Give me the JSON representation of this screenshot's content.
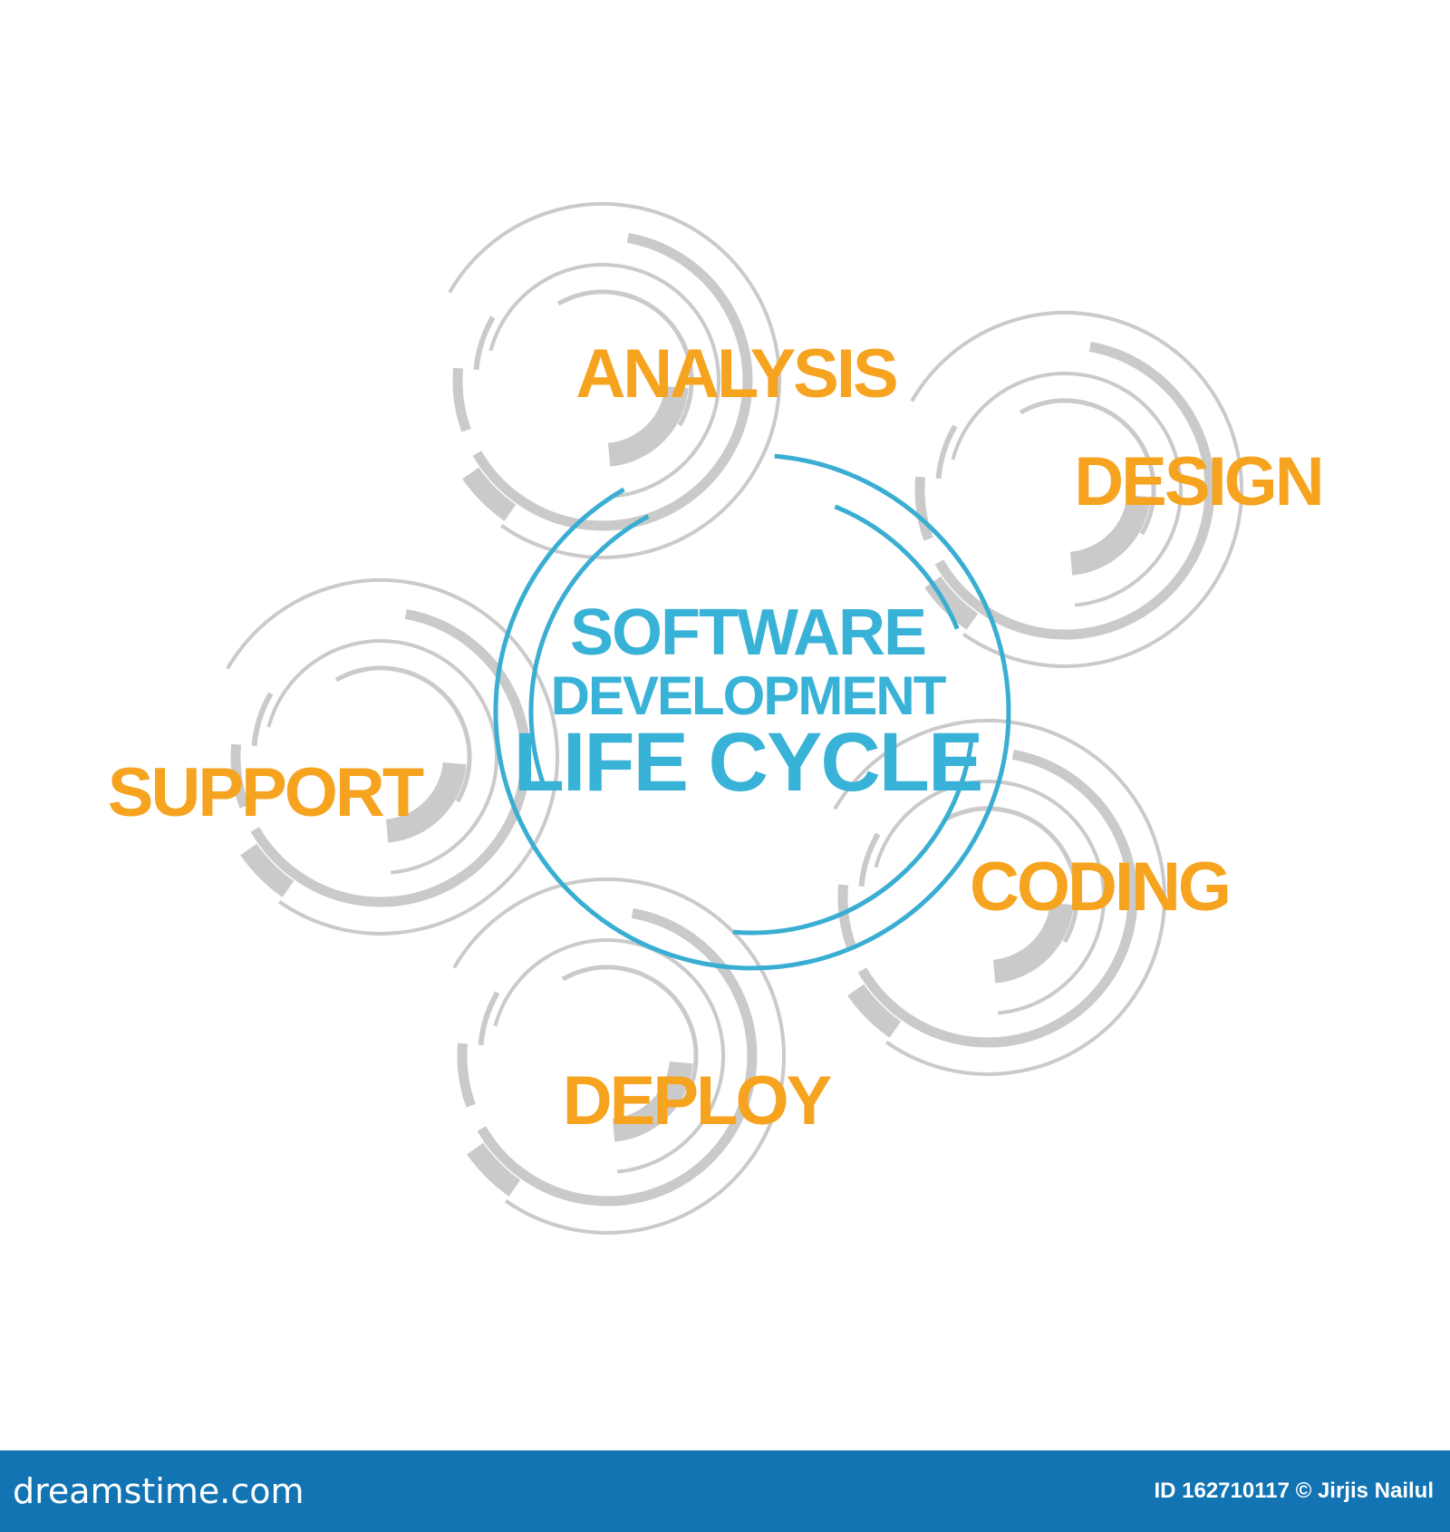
{
  "center": {
    "line1": "SOFTWARE",
    "line2": "DEVELOPMENT",
    "line3": "LIFE CYCLE"
  },
  "stages": [
    {
      "label": "ANALYSIS"
    },
    {
      "label": "DESIGN"
    },
    {
      "label": "CODING"
    },
    {
      "label": "DEPLOY"
    },
    {
      "label": "SUPPORT"
    }
  ],
  "footer": {
    "logo": "dreamstime.com",
    "credit": "ID 162710117 © Jirjis Nailul"
  },
  "colors": {
    "stage_label": "#f6a320",
    "center_title": "#38b2d6",
    "center_ring": "#3aaed2",
    "gear_ring": "#cacaca",
    "footer_bg": "#1274b3",
    "background": "#ffffff"
  },
  "icons": {
    "stage_decoration": "concentric-arc-rings",
    "center_decoration": "broken-circle-ring"
  }
}
